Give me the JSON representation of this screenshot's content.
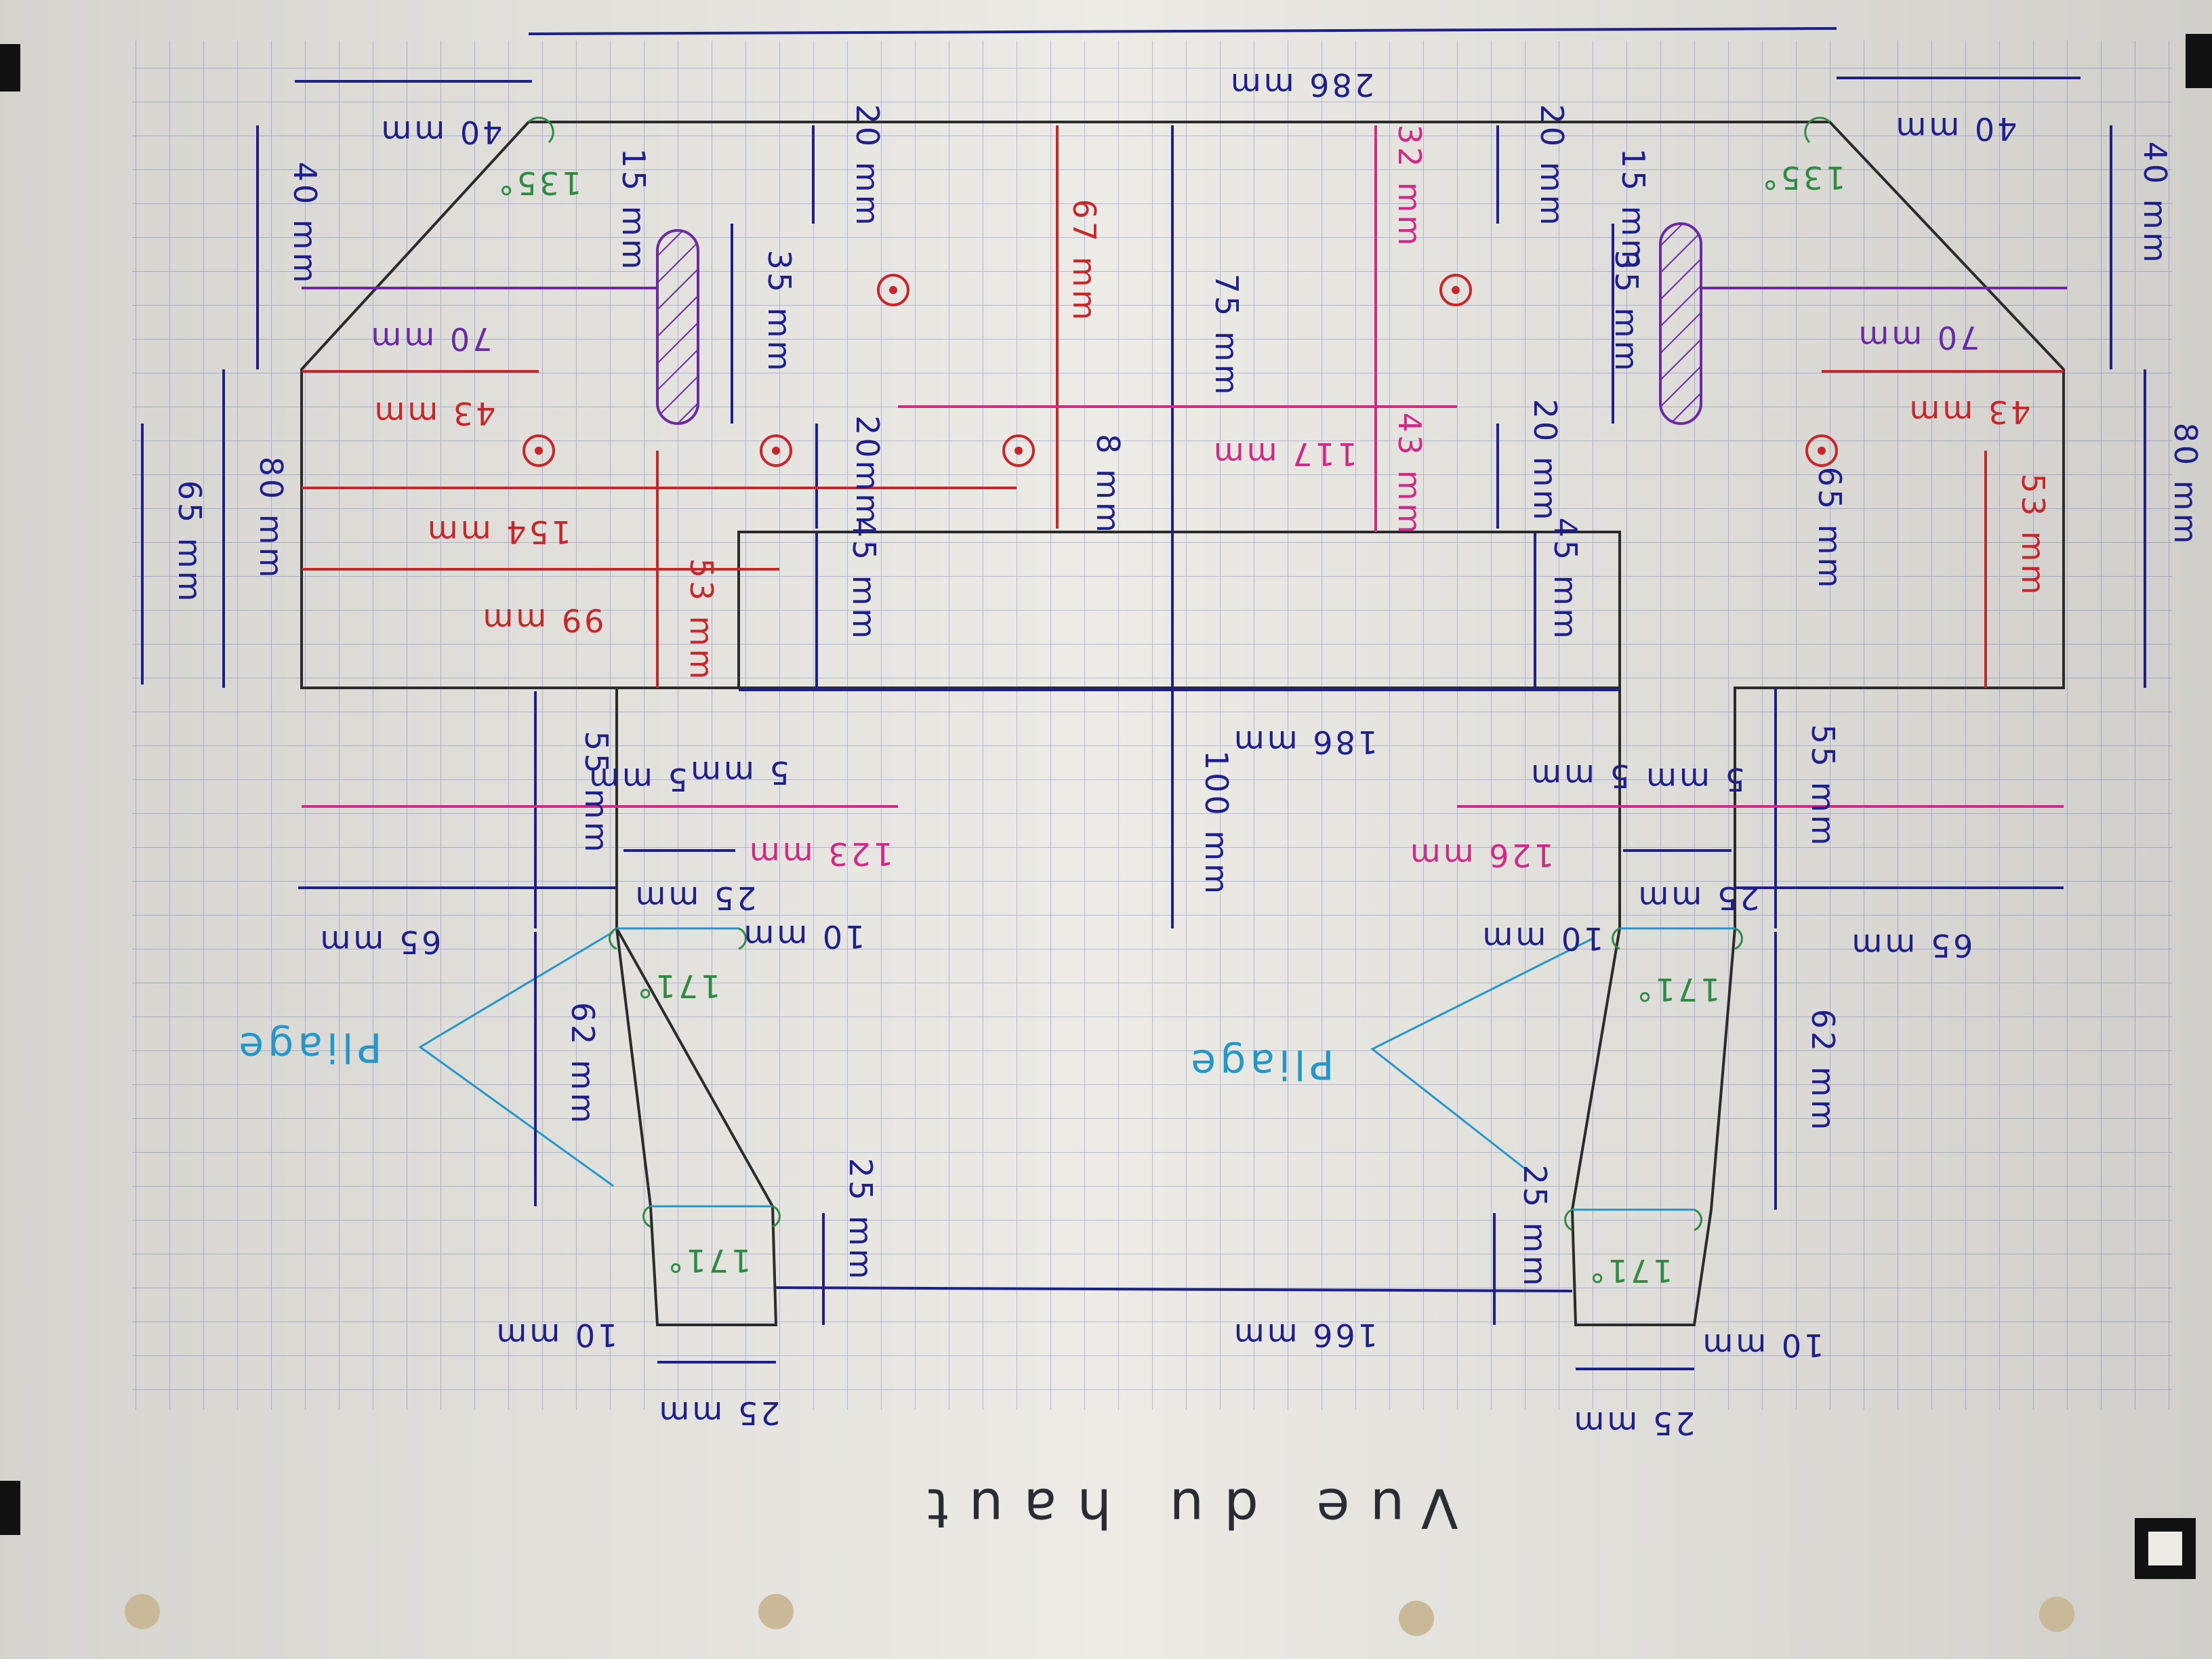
{
  "sheet": {
    "title": "Vue du haut",
    "fold_label": "Pliage",
    "colors": {
      "paper": "#ecebe6",
      "grid": "#b7b8c8",
      "outline": "#2b2b2b",
      "blue": "#1e1f8a",
      "red": "#c8262a",
      "magenta": "#cf2a86",
      "purple": "#6a2aa2",
      "green": "#2f8a43",
      "cyan": "#2398c8"
    }
  },
  "dimensions": {
    "d286": "286 mm",
    "d40_top_left": "40 mm",
    "d40_top_right": "40 mm",
    "d40_side_left": "40 mm",
    "d40_side_right": "40 mm",
    "d20_a": "20 mm",
    "d20_b": "20 mm",
    "d20_c": "20mm",
    "d20_d": "20 mm",
    "d67": "67 mm",
    "d75": "75 mm",
    "d32": "32 mm",
    "d35_a": "35 mm",
    "d35_b": "35 mm",
    "d15_a": "15 mm",
    "d15_b": "15 mm",
    "d70_a": "70 mm",
    "d70_b": "70 mm",
    "d43_a": "43 mm",
    "d43_b": "43 mm",
    "d43_c": "43 mm",
    "d117": "117 mm",
    "d8": "8 mm",
    "d80_left": "80 mm",
    "d80_right": "80 mm",
    "d65_a": "65 mm",
    "d65_b": "65 mm",
    "d65_c": "65 mm",
    "d65_d": "65 mm",
    "d154": "154 mm",
    "d99": "99 mm",
    "d53_a": "53 mm",
    "d53_b": "53 mm",
    "d45_a": "45 mm",
    "d45_b": "45 mm",
    "d186": "186 mm",
    "d100": "100 mm",
    "d55_a": "55 mm",
    "d55_b": "55 mm",
    "d5_a": "5 mm",
    "d5_b": "5 mm",
    "d5_c": "5 mm",
    "d5_d": "5 mm",
    "d123": "123 mm",
    "d126": "126 mm",
    "d25_a": "25 mm",
    "d25_b": "25 mm",
    "d25_c": "25 mm",
    "d25_d": "25 mm",
    "d25_e": "25 mm",
    "d25_f": "25 mm",
    "d10_a": "10 mm",
    "d10_b": "10 mm",
    "d10_c": "10 mm",
    "d10_d": "10 mm",
    "d62_a": "62 mm",
    "d62_b": "62 mm",
    "d166": "166 mm"
  },
  "angles": {
    "a135_left": "135°",
    "a135_right": "135°",
    "a171_a": "171°",
    "a171_b": "171°",
    "a171_c": "171°",
    "a171_d": "171°"
  }
}
